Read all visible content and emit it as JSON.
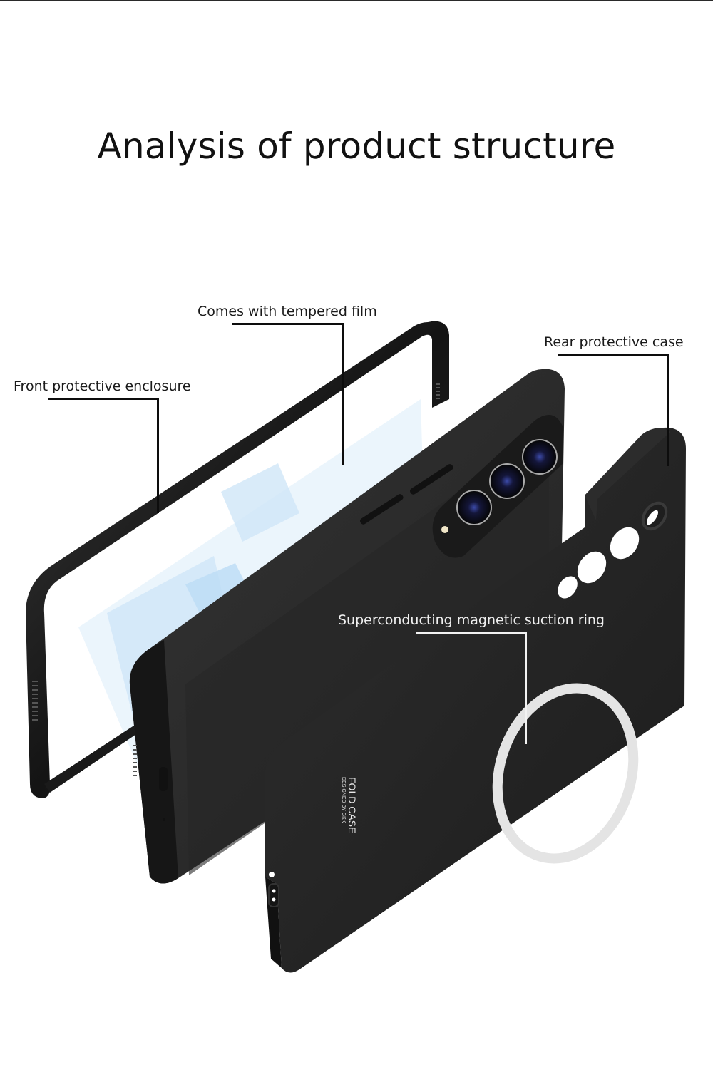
{
  "page": {
    "title": "Analysis of product structure"
  },
  "callouts": {
    "tempered_film": "Comes with tempered film",
    "rear_case": "Rear protective case",
    "front_enclosure": "Front protective enclosure",
    "magnetic_ring": "Superconducting magnetic suction ring"
  },
  "case_branding": {
    "brand": "FOLD CASE",
    "tagline": "DESIGNED BY GKK"
  },
  "colors": {
    "background": "#ffffff",
    "case": "#1c1c1c",
    "phone_body": "#2b2b2b",
    "ring": "#e4e4e4",
    "film_tint": "#cfe6f8"
  }
}
